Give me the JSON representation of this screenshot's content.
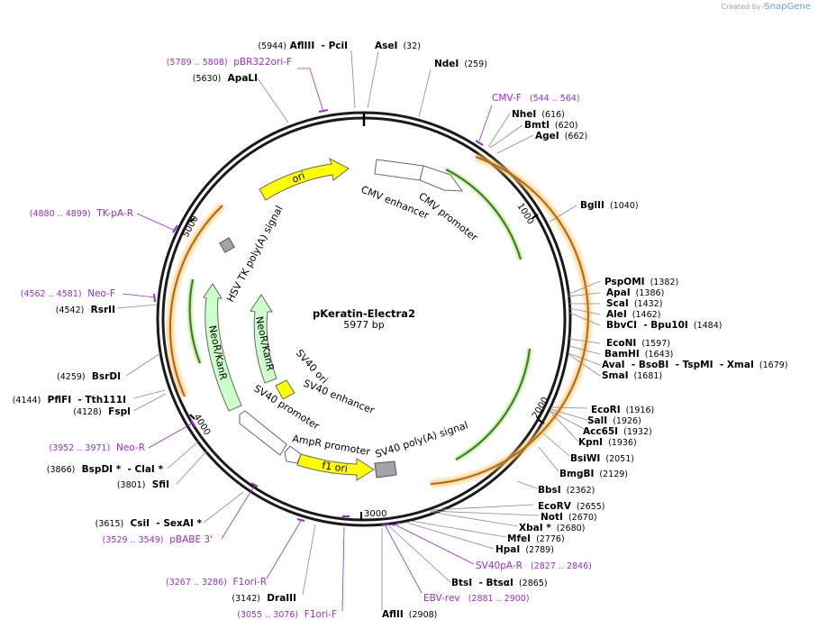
{
  "credit": {
    "prefix": "Created by",
    "brand": "SnapGene"
  },
  "plasmid": {
    "name": "pKeratin-Electra2",
    "length_label": "5977 bp",
    "length": 5977
  },
  "colors": {
    "backbone": "#1a1a1a",
    "primer": "#9b2bd6",
    "ori": "#ffff00",
    "neo": "#ccffcc",
    "amp_promoter": "#ffffff",
    "origin_line": "#000000",
    "enzyme_line": "#8a8a8a",
    "orange_glow": "#f7c36a",
    "green_glow": "#bfeaa0"
  },
  "ticks": [
    {
      "label": "1000"
    },
    {
      "label": "2000"
    },
    {
      "label": "3000"
    },
    {
      "label": "4000"
    },
    {
      "label": "5000"
    }
  ],
  "features": [
    {
      "label": "CMV enhancer"
    },
    {
      "label": "CMV promoter"
    },
    {
      "label": "ori"
    },
    {
      "label": "HSV TK poly(A) signal"
    },
    {
      "label": "NeoR/KanR"
    },
    {
      "label": "NeoR/KanR"
    },
    {
      "label": "SV40 ori"
    },
    {
      "label": "SV40 enhancer"
    },
    {
      "label": "SV40 promoter"
    },
    {
      "label": "AmpR promoter"
    },
    {
      "label": "f1 ori"
    },
    {
      "label": "SV40 poly(A) signal"
    }
  ],
  "sites": [
    {
      "parts": [
        {
          "t": "(5944)",
          "k": "pos"
        },
        {
          "t": " AflIII",
          "k": "name"
        },
        {
          "t": "  - PciI",
          "k": "name"
        }
      ]
    },
    {
      "parts": [
        {
          "t": "AseI",
          "k": "name"
        },
        {
          "t": "  (32)",
          "k": "pos"
        }
      ]
    },
    {
      "parts": [
        {
          "t": "NdeI",
          "k": "name"
        },
        {
          "t": "  (259)",
          "k": "pos"
        }
      ]
    },
    {
      "parts": [
        {
          "t": "(5789 .. 5808)",
          "k": "ppos"
        },
        {
          "t": "  pBR322ori-F",
          "k": "pname"
        }
      ]
    },
    {
      "parts": [
        {
          "t": "(5630)",
          "k": "pos"
        },
        {
          "t": "  ApaLI",
          "k": "name"
        }
      ]
    },
    {
      "parts": [
        {
          "t": "CMV-F",
          "k": "pname"
        },
        {
          "t": "   (544 .. 564)",
          "k": "ppos"
        }
      ]
    },
    {
      "parts": [
        {
          "t": "NheI",
          "k": "name"
        },
        {
          "t": "  (616)",
          "k": "pos"
        }
      ]
    },
    {
      "parts": [
        {
          "t": "BmtI",
          "k": "name"
        },
        {
          "t": "  (620)",
          "k": "pos"
        }
      ]
    },
    {
      "parts": [
        {
          "t": "AgeI",
          "k": "name"
        },
        {
          "t": "  (662)",
          "k": "pos"
        }
      ]
    },
    {
      "parts": [
        {
          "t": "BglII",
          "k": "name"
        },
        {
          "t": "  (1040)",
          "k": "pos"
        }
      ]
    },
    {
      "parts": [
        {
          "t": "(4880 .. 4899)",
          "k": "ppos"
        },
        {
          "t": "  TK-pA-R",
          "k": "pname"
        }
      ]
    },
    {
      "parts": [
        {
          "t": "(4562 .. 4581)",
          "k": "ppos"
        },
        {
          "t": "  Neo-F",
          "k": "pname"
        }
      ]
    },
    {
      "parts": [
        {
          "t": "(4542)",
          "k": "pos"
        },
        {
          "t": "  RsrII",
          "k": "name"
        }
      ]
    },
    {
      "parts": [
        {
          "t": "PspOMI",
          "k": "name"
        },
        {
          "t": "  (1382)",
          "k": "pos"
        }
      ]
    },
    {
      "parts": [
        {
          "t": "ApaI",
          "k": "name"
        },
        {
          "t": "  (1386)",
          "k": "pos"
        }
      ]
    },
    {
      "parts": [
        {
          "t": "ScaI",
          "k": "name"
        },
        {
          "t": "  (1432)",
          "k": "pos"
        }
      ]
    },
    {
      "parts": [
        {
          "t": "AleI",
          "k": "name"
        },
        {
          "t": "  (1462)",
          "k": "pos"
        }
      ]
    },
    {
      "parts": [
        {
          "t": "BbvCI",
          "k": "name"
        },
        {
          "t": "  - Bpu10I",
          "k": "name"
        },
        {
          "t": "  (1484)",
          "k": "pos"
        }
      ]
    },
    {
      "parts": [
        {
          "t": "EcoNI",
          "k": "name"
        },
        {
          "t": "  (1597)",
          "k": "pos"
        }
      ]
    },
    {
      "parts": [
        {
          "t": "BamHI",
          "k": "name"
        },
        {
          "t": "  (1643)",
          "k": "pos"
        }
      ]
    },
    {
      "parts": [
        {
          "t": "AvaI",
          "k": "name"
        },
        {
          "t": "  - BsoBI",
          "k": "name"
        },
        {
          "t": "  - TspMI",
          "k": "name"
        },
        {
          "t": "  - XmaI",
          "k": "name"
        },
        {
          "t": "  (1679)",
          "k": "pos"
        }
      ]
    },
    {
      "parts": [
        {
          "t": "SmaI",
          "k": "name"
        },
        {
          "t": "  (1681)",
          "k": "pos"
        }
      ]
    },
    {
      "parts": [
        {
          "t": "(4259)",
          "k": "pos"
        },
        {
          "t": "  BsrDI",
          "k": "name"
        }
      ]
    },
    {
      "parts": [
        {
          "t": "(4144)",
          "k": "pos"
        },
        {
          "t": "  PflFI",
          "k": "name"
        },
        {
          "t": "  - Tth111I",
          "k": "name"
        }
      ]
    },
    {
      "parts": [
        {
          "t": "(4128)",
          "k": "pos"
        },
        {
          "t": "  FspI",
          "k": "name"
        }
      ]
    },
    {
      "parts": [
        {
          "t": "EcoRI",
          "k": "name"
        },
        {
          "t": "  (1916)",
          "k": "pos"
        }
      ]
    },
    {
      "parts": [
        {
          "t": "SalI",
          "k": "name"
        },
        {
          "t": "  (1926)",
          "k": "pos"
        }
      ]
    },
    {
      "parts": [
        {
          "t": "Acc65I",
          "k": "name"
        },
        {
          "t": "  (1932)",
          "k": "pos"
        }
      ]
    },
    {
      "parts": [
        {
          "t": "KpnI",
          "k": "name"
        },
        {
          "t": "  (1936)",
          "k": "pos"
        }
      ]
    },
    {
      "parts": [
        {
          "t": "(3952 .. 3971)",
          "k": "ppos"
        },
        {
          "t": "  Neo-R",
          "k": "pname"
        }
      ]
    },
    {
      "parts": [
        {
          "t": "BsiWI",
          "k": "name"
        },
        {
          "t": "  (2051)",
          "k": "pos"
        }
      ]
    },
    {
      "parts": [
        {
          "t": "(3866)",
          "k": "pos"
        },
        {
          "t": "  BspDI *",
          "k": "name"
        },
        {
          "t": "  - ClaI *",
          "k": "name"
        }
      ]
    },
    {
      "parts": [
        {
          "t": "BmgBI",
          "k": "name"
        },
        {
          "t": "  (2129)",
          "k": "pos"
        }
      ]
    },
    {
      "parts": [
        {
          "t": "(3801)",
          "k": "pos"
        },
        {
          "t": "  SfiI",
          "k": "name"
        }
      ]
    },
    {
      "parts": [
        {
          "t": "BbsI",
          "k": "name"
        },
        {
          "t": "  (2362)",
          "k": "pos"
        }
      ]
    },
    {
      "parts": [
        {
          "t": "EcoRV",
          "k": "name"
        },
        {
          "t": "  (2655)",
          "k": "pos"
        }
      ]
    },
    {
      "parts": [
        {
          "t": "NotI",
          "k": "name"
        },
        {
          "t": "  (2670)",
          "k": "pos"
        }
      ]
    },
    {
      "parts": [
        {
          "t": "(3615)",
          "k": "pos"
        },
        {
          "t": "  CsiI",
          "k": "name"
        },
        {
          "t": "  - SexAI *",
          "k": "name"
        }
      ]
    },
    {
      "parts": [
        {
          "t": "XbaI *",
          "k": "name"
        },
        {
          "t": "  (2680)",
          "k": "pos"
        }
      ]
    },
    {
      "parts": [
        {
          "t": "(3529 .. 3549)",
          "k": "ppos"
        },
        {
          "t": "  pBABE 3'",
          "k": "pname"
        }
      ]
    },
    {
      "parts": [
        {
          "t": "MfeI",
          "k": "name"
        },
        {
          "t": "  (2776)",
          "k": "pos"
        }
      ]
    },
    {
      "parts": [
        {
          "t": "HpaI",
          "k": "name"
        },
        {
          "t": "  (2789)",
          "k": "pos"
        }
      ]
    },
    {
      "parts": [
        {
          "t": "SV40pA-R",
          "k": "pname"
        },
        {
          "t": "   (2827 .. 2846)",
          "k": "ppos"
        }
      ]
    },
    {
      "parts": [
        {
          "t": "(3267 .. 3286)",
          "k": "ppos"
        },
        {
          "t": "  F1ori-R",
          "k": "pname"
        }
      ]
    },
    {
      "parts": [
        {
          "t": "BtsI",
          "k": "name"
        },
        {
          "t": "  - BtsαI",
          "k": "name"
        },
        {
          "t": "  (2865)",
          "k": "pos"
        }
      ]
    },
    {
      "parts": [
        {
          "t": "(3142)",
          "k": "pos"
        },
        {
          "t": "  DraIII",
          "k": "name"
        }
      ]
    },
    {
      "parts": [
        {
          "t": "EBV-rev",
          "k": "pname"
        },
        {
          "t": "   (2881 .. 2900)",
          "k": "ppos"
        }
      ]
    },
    {
      "parts": [
        {
          "t": "(3055 .. 3076)",
          "k": "ppos"
        },
        {
          "t": "  F1ori-F",
          "k": "pname"
        }
      ]
    },
    {
      "parts": [
        {
          "t": "AflII",
          "k": "name"
        },
        {
          "t": "  (2908)",
          "k": "pos"
        }
      ]
    }
  ]
}
